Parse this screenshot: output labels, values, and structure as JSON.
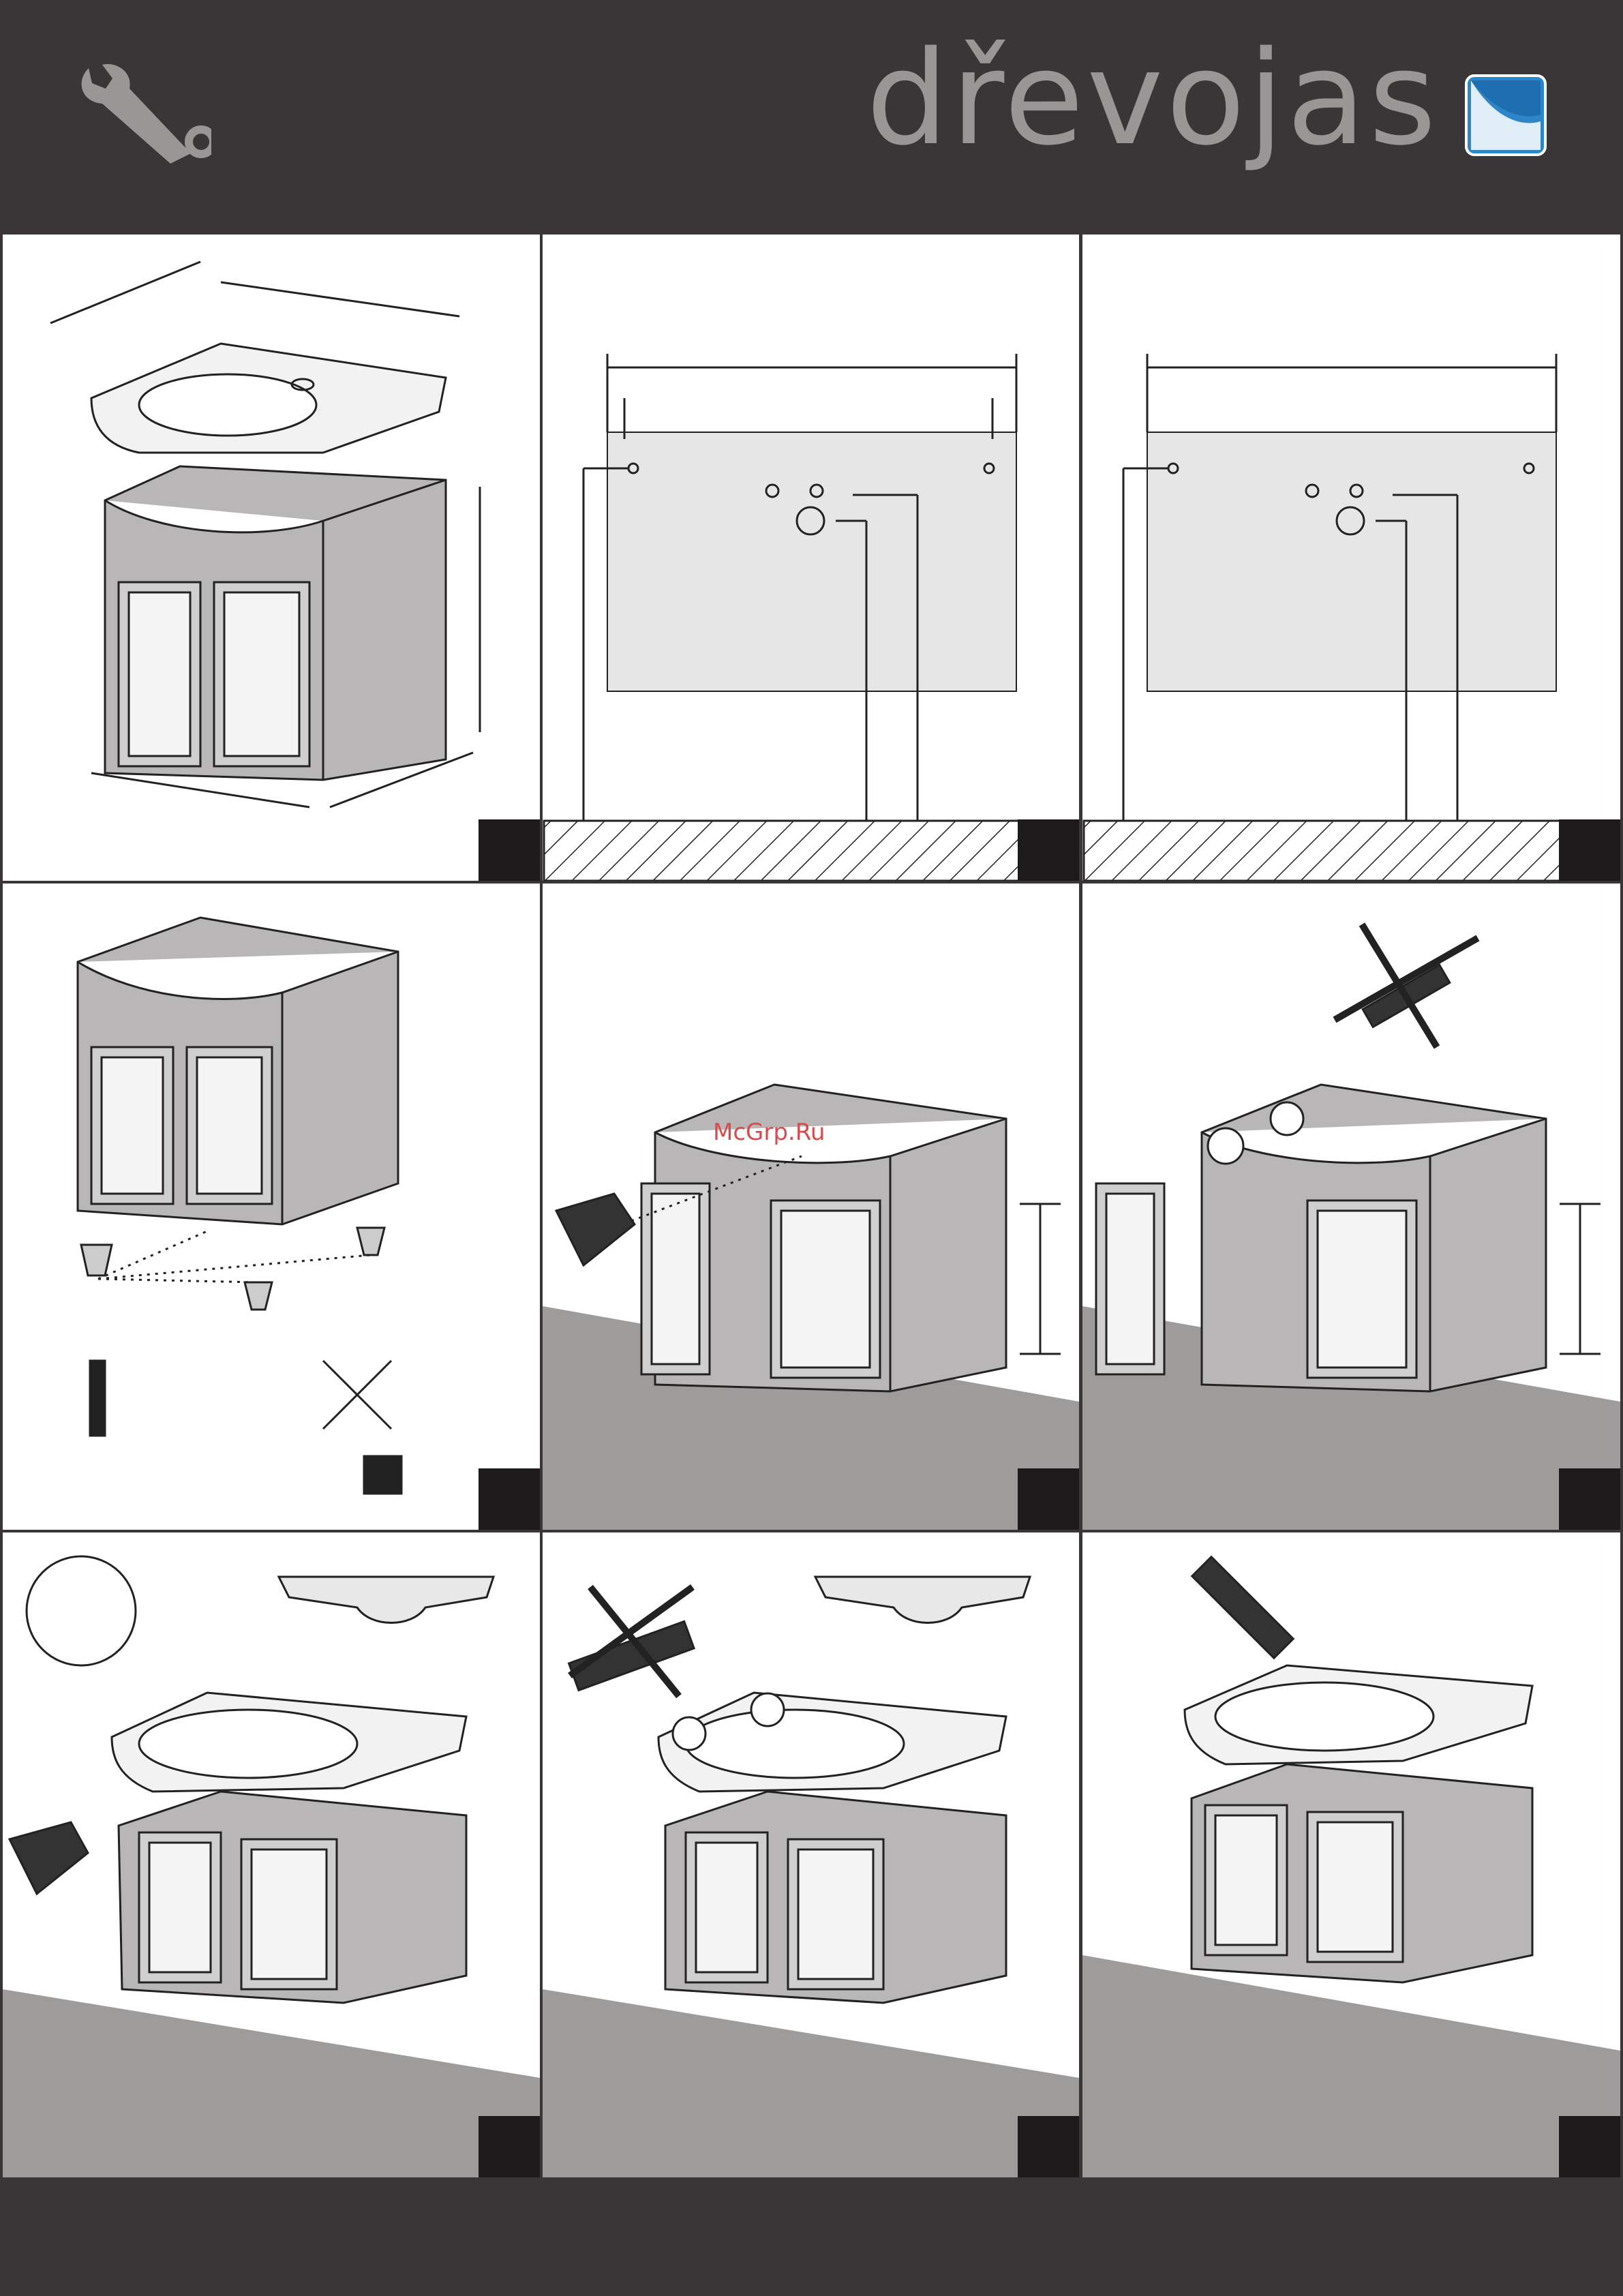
{
  "header": {
    "brand_name": "dřevojas",
    "tool_icon": "wrench-icon",
    "brand_logo_icon": "brand-square-logo-icon"
  },
  "watermark": {
    "text": "McGrp.Ru"
  },
  "colors": {
    "frame": "#3a3536",
    "cabinet": "#b8b6b6",
    "floor": "#9e9b9b",
    "step_box": "#1c1a1b"
  },
  "panels": [
    {
      "id": "p1",
      "illustration": "washbasin-and-cabinet-dimensions"
    },
    {
      "id": "p2",
      "illustration": "wall-drilling-plan-left"
    },
    {
      "id": "p3",
      "illustration": "wall-drilling-plan-right"
    },
    {
      "id": "p4",
      "illustration": "legs-mounting"
    },
    {
      "id": "p5",
      "illustration": "drill-wall-holes"
    },
    {
      "id": "p6",
      "illustration": "fix-cabinet-no-silicone"
    },
    {
      "id": "p7",
      "illustration": "drill-basin-holes"
    },
    {
      "id": "p8",
      "illustration": "fix-basin-no-silicone"
    },
    {
      "id": "p9",
      "illustration": "seal-basin-silicone"
    }
  ]
}
